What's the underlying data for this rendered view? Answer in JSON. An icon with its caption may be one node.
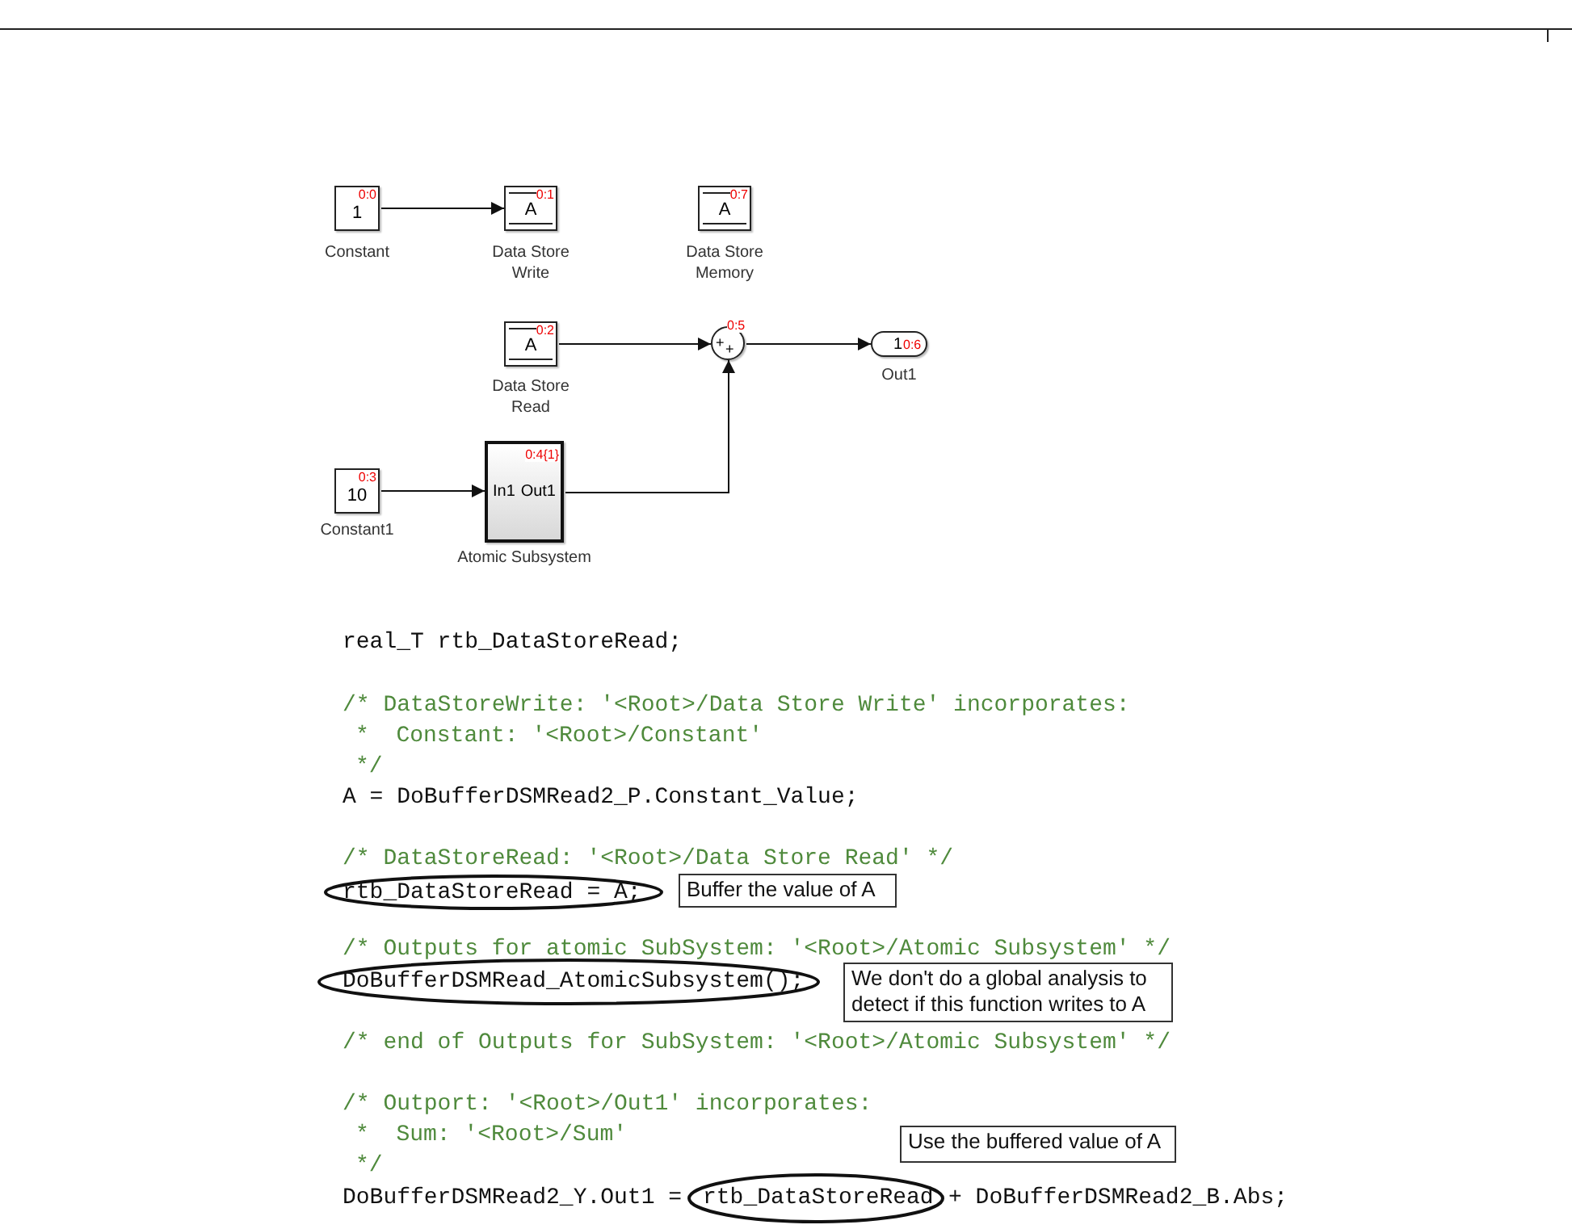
{
  "diagram": {
    "nodes": [
      {
        "text": [
          "0:0",
          "1"
        ],
        "beside": [
          "Constant"
        ]
      },
      {
        "text": [
          "0:1",
          "A"
        ],
        "beside": [
          "Data Store Write"
        ]
      },
      {
        "text": [
          "0:7",
          "A"
        ],
        "beside": [
          "Data Store Memory"
        ]
      },
      {
        "text": [
          "0:2",
          "A"
        ],
        "beside": [
          "Data Store Read"
        ]
      },
      {
        "text": [
          "0:5",
          "+",
          "+"
        ]
      },
      {
        "text": [
          "1",
          "0:6"
        ],
        "beside": [
          "Out1"
        ]
      },
      {
        "text": [
          "0:3",
          "10"
        ],
        "beside": [
          "Constant1"
        ]
      },
      {
        "text": [
          "0:4{1}",
          "In1",
          "Out1"
        ],
        "beside": [
          "Atomic Subsystem"
        ]
      },
      {
        "text": [
          "rtb_DataStoreRead = A;"
        ]
      },
      {
        "text": [
          "Buffer the value of A"
        ]
      },
      {
        "text": [
          "DoBufferDSMRead_AtomicSubsystem();"
        ]
      },
      {
        "text": [
          "We don't do a global analysis to detect if this function writes to A"
        ]
      },
      {
        "text": [
          "Use the buffered value of A"
        ]
      },
      {
        "text": [
          "rtb_DataStoreRead"
        ]
      }
    ],
    "edges": [
      {
        "from": 0,
        "to": 1,
        "arrow": "to"
      },
      {
        "from": 3,
        "to": 4,
        "arrow": "to"
      },
      {
        "from": 4,
        "to": 5,
        "arrow": "to"
      },
      {
        "from": 6,
        "to": 7,
        "arrow": "to"
      },
      {
        "from": 7,
        "to": 4,
        "arrow": "to"
      }
    ],
    "labels": [
      "real_T rtb_DataStoreRead;",
      "/* DataStoreWrite: '<Root>/Data Store Write' incorporates:",
      "*  Constant: '<Root>/Constant'",
      "*/",
      "A = DoBufferDSMRead2_P.Constant_Value;",
      "/* DataStoreRead: '<Root>/Data Store Read' */",
      "/* Outputs for atomic SubSystem: '<Root>/Atomic Subsystem' */",
      "/* end of Outputs for SubSystem: '<Root>/Atomic Subsystem' */",
      "/* Outport: '<Root>/Out1' incorporates:",
      "*  Sum: '<Root>/Sum'",
      "*/",
      "DoBufferDSMRead2_Y.Out1 =",
      "+ DoBufferDSMRead2_B.Abs;"
    ]
  }
}
